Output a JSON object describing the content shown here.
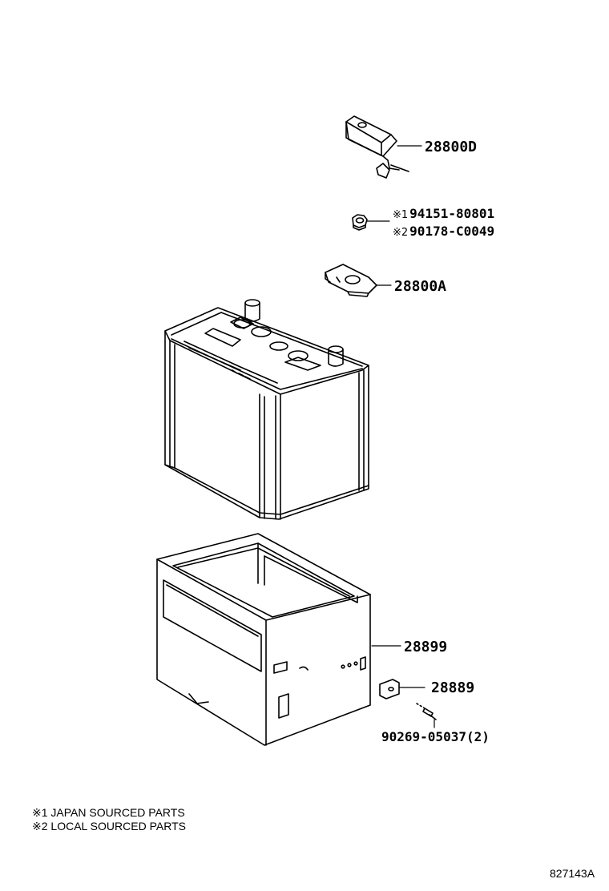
{
  "parts": {
    "cover": {
      "number": "28800D"
    },
    "nut": {
      "japan": {
        "mark": "※1",
        "number": "94151-80801"
      },
      "local": {
        "mark": "※2",
        "number": "90178-C0049"
      }
    },
    "clamp": {
      "number": "28800A"
    },
    "tray": {
      "number": "28899"
    },
    "bracket": {
      "number": "28889"
    },
    "screw": {
      "number": "90269-05037(2)"
    }
  },
  "legend": {
    "line1": "※1 JAPAN SOURCED PARTS",
    "line2": "※2 LOCAL SOURCED PARTS"
  },
  "illustration_code": "827143A"
}
